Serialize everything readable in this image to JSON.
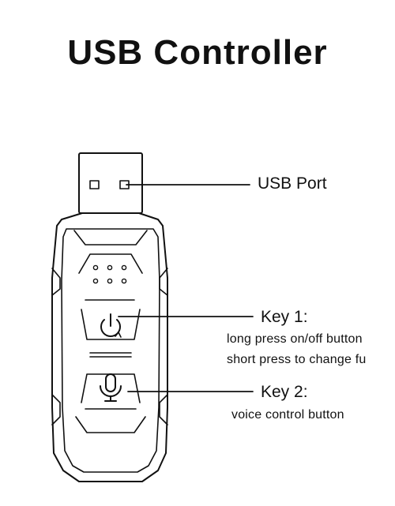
{
  "title": "USB Controller",
  "callouts": {
    "usb_port": {
      "label": "USB Port"
    },
    "key1": {
      "label": "Key 1:",
      "lines": [
        "long press on/off button",
        "short press to change fu"
      ]
    },
    "key2": {
      "label": "Key 2:",
      "lines": [
        "voice control button"
      ]
    }
  },
  "icons": {
    "key1": "power-cycle-icon",
    "key2": "microphone-icon"
  },
  "colors": {
    "line": "#111111",
    "background": "#ffffff"
  }
}
